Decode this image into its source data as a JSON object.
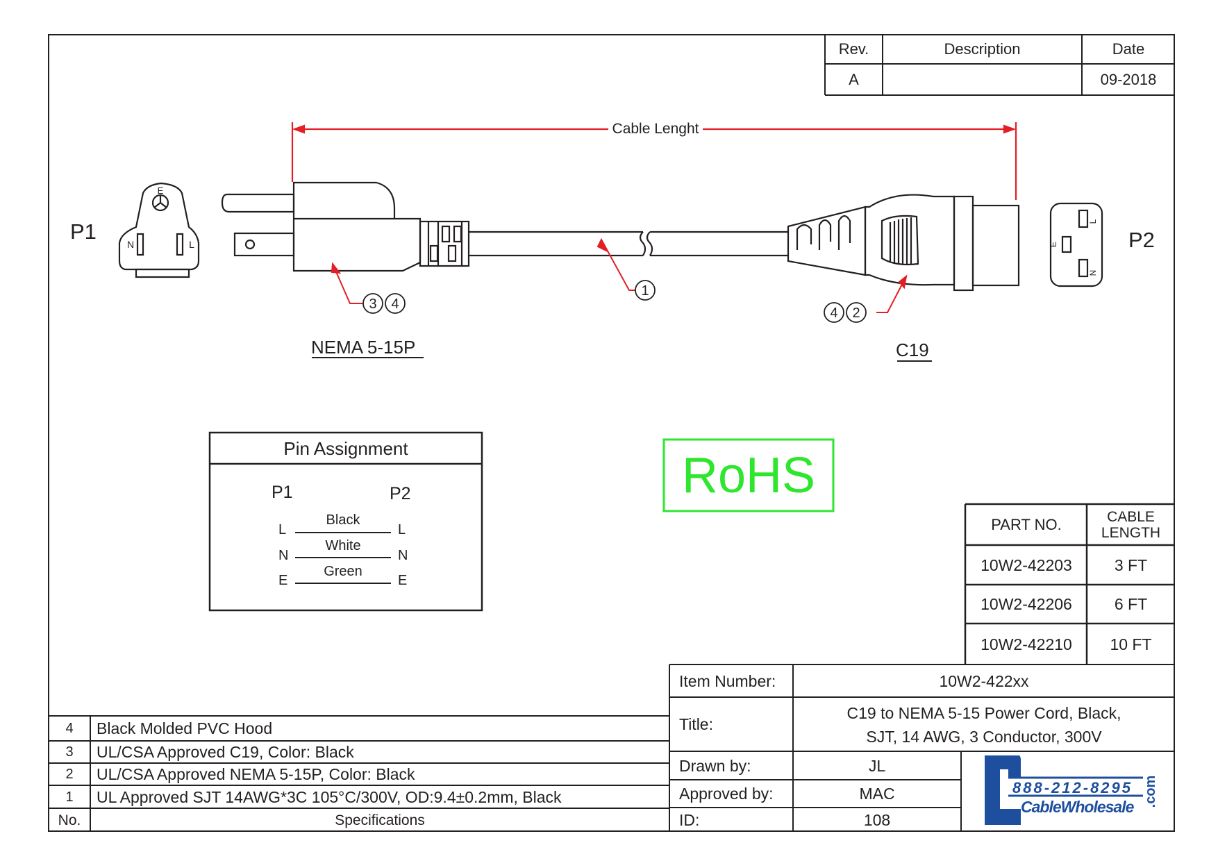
{
  "revision_table": {
    "headers": [
      "Rev.",
      "Description",
      "Date"
    ],
    "row": {
      "rev": "A",
      "description": "",
      "date": "09-2018"
    }
  },
  "drawing": {
    "dimension_label": "Cable Lenght",
    "p1_label": "P1",
    "p2_label": "P2",
    "p1_face": {
      "e": "E",
      "n": "N",
      "l": "L"
    },
    "p2_face": {
      "e": "E",
      "n": "N",
      "l": "L"
    },
    "callouts": {
      "cable": "1",
      "left_a": "3",
      "left_b": "4",
      "right_a": "4",
      "right_b": "2"
    },
    "left_connector_name": "NEMA 5-15P",
    "right_connector_name": "C19",
    "accent_color": "#e31e24",
    "line_color": "#231f20"
  },
  "rohs": {
    "label": "RoHS",
    "color": "#2ee62e"
  },
  "pin_assignment": {
    "title": "Pin Assignment",
    "p1": "P1",
    "p2": "P2",
    "rows": [
      {
        "left": "L",
        "wire": "Black",
        "right": "L"
      },
      {
        "left": "N",
        "wire": "White",
        "right": "N"
      },
      {
        "left": "E",
        "wire": "Green",
        "right": "E"
      }
    ]
  },
  "parts_table": {
    "headers": {
      "part_no": "PART NO.",
      "length_line1": "CABLE",
      "length_line2": "LENGTH"
    },
    "rows": [
      {
        "part_no": "10W2-42203",
        "length": "3 FT"
      },
      {
        "part_no": "10W2-42206",
        "length": "6 FT"
      },
      {
        "part_no": "10W2-42210",
        "length": "10 FT"
      }
    ]
  },
  "specifications": {
    "header_no": "No.",
    "header_spec": "Specifications",
    "rows": [
      {
        "no": "4",
        "text": "Black Molded PVC Hood"
      },
      {
        "no": "3",
        "text": "UL/CSA Approved C19,  Color: Black"
      },
      {
        "no": "2",
        "text": "UL/CSA Approved NEMA 5-15P, Color: Black"
      },
      {
        "no": "1",
        "text": "UL Approved  SJT 14AWG*3C 105°C/300V, OD:9.4±0.2mm, Black"
      }
    ]
  },
  "title_block": {
    "item_number_label": "Item Number:",
    "item_number": "10W2-422xx",
    "title_label": "Title:",
    "title_line1": "C19 to NEMA 5-15 Power Cord, Black,",
    "title_line2": "SJT, 14 AWG, 3 Conductor, 300V",
    "drawn_by_label": "Drawn by:",
    "drawn_by": "JL",
    "approved_by_label": "Approved by:",
    "approved_by": "MAC",
    "id_label": "ID:",
    "id": "108"
  },
  "logo": {
    "phone": "888-212-8295",
    "brand": "CableWholesale",
    "suffix": ".com",
    "blue": "#1d4f9e"
  }
}
